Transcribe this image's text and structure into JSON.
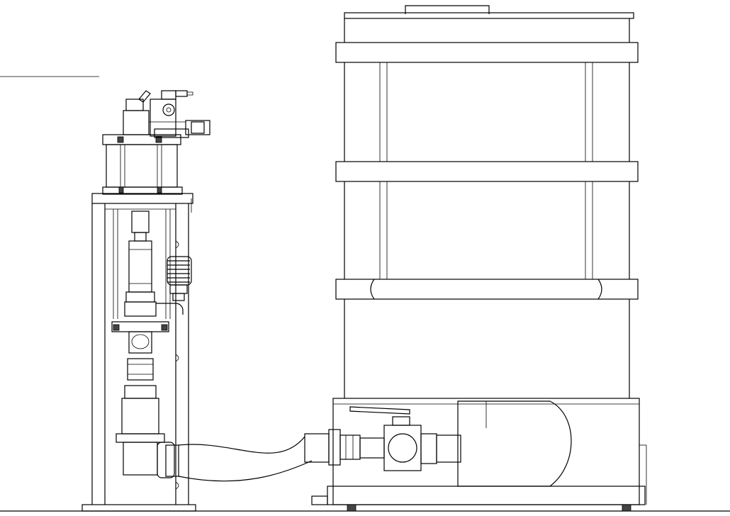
{
  "drawing": {
    "kind": "technical-elevation",
    "line_color": "#000000",
    "background": "#ffffff",
    "components": [
      "air-driven-pump-assembly",
      "pump-frame",
      "flexible-hose",
      "ball-valve",
      "tank",
      "tank-base-tray"
    ]
  }
}
